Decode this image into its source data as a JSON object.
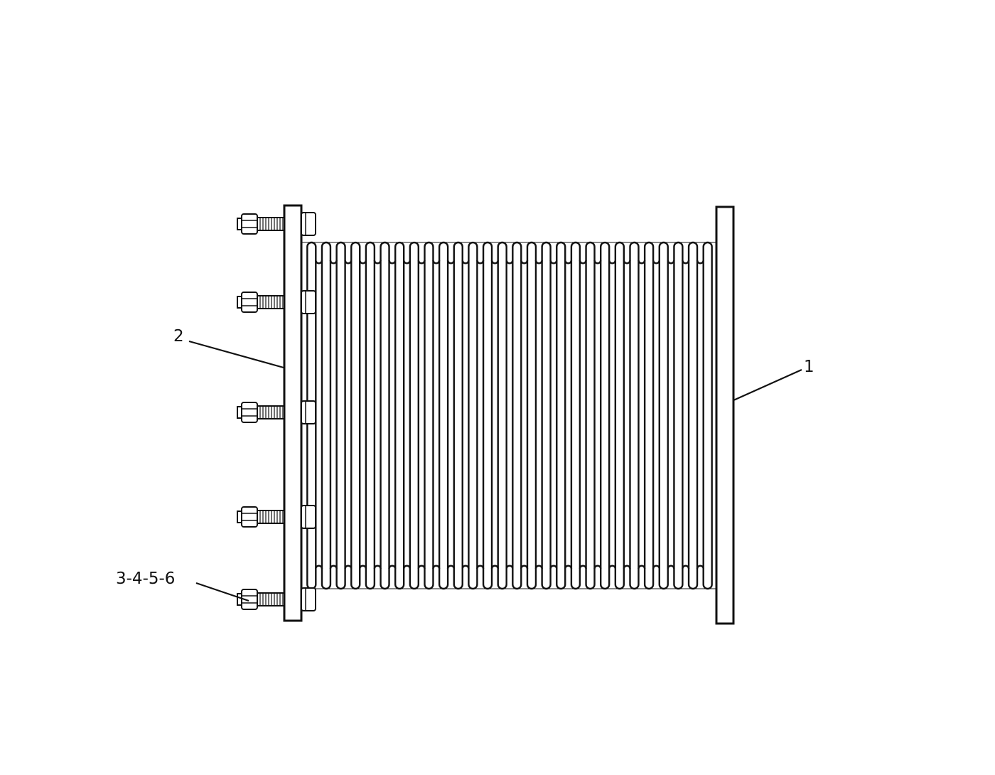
{
  "diagram": {
    "callouts": {
      "part_1": "1",
      "part_2": "2",
      "parts_3_4_5_6": "3-4-5-6"
    },
    "bellows_convolutions": 28,
    "left_flange_bolts": 5,
    "colors": {
      "line": "#111111",
      "background": "#ffffff"
    }
  }
}
